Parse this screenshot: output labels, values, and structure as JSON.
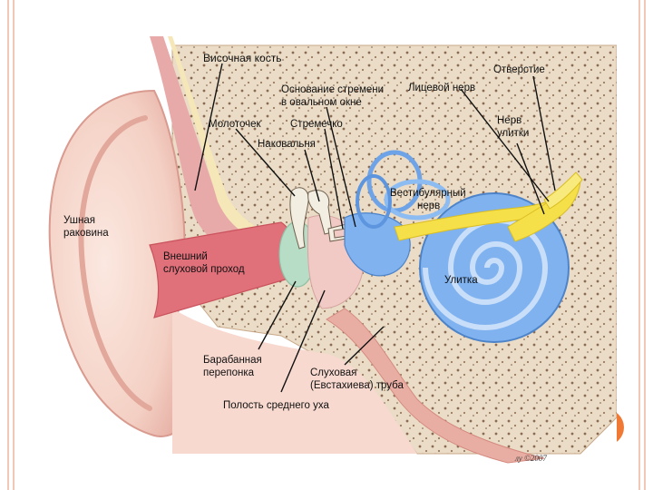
{
  "diagram": {
    "labels": {
      "temporal_bone": "Височная кость",
      "stapes_base_line1": "Основание стремени",
      "stapes_base_line2": "в овальном окне",
      "facial_nerve": "Лицевой нерв",
      "opening": "Отверстие",
      "malleus": "Молоточек",
      "stapes": "Стремечко",
      "incus": "Наковальня",
      "cochlear_nerve_line1": "Нерв",
      "cochlear_nerve_line2": "улитки",
      "vestibular_nerve_line1": "Вестибулярный",
      "vestibular_nerve_line2": "нерв",
      "auricle_line1": "Ушная",
      "auricle_line2": "раковина",
      "ear_canal_line1": "Внешний",
      "ear_canal_line2": "слуховой проход",
      "cochlea": "Улитка",
      "eardrum_line1": "Барабанная",
      "eardrum_line2": "перепонка",
      "eustachian_line1": "Слуховая",
      "eustachian_line2": "(Евстахиева) труба",
      "middle_ear": "Полость среднего уха"
    },
    "signature": "лу ©2007",
    "colors": {
      "skin": "#f7d9cf",
      "skin_dark": "#e9aea3",
      "canal": "#e0707a",
      "bone": "#eadcc6",
      "cochlea": "#7fb2ef",
      "cochlea_light": "#c9def8",
      "nerve": "#f6e04a",
      "eardrum": "#b8ddc7",
      "accent": "#f07a35",
      "frame": "#f2c7b5"
    }
  }
}
